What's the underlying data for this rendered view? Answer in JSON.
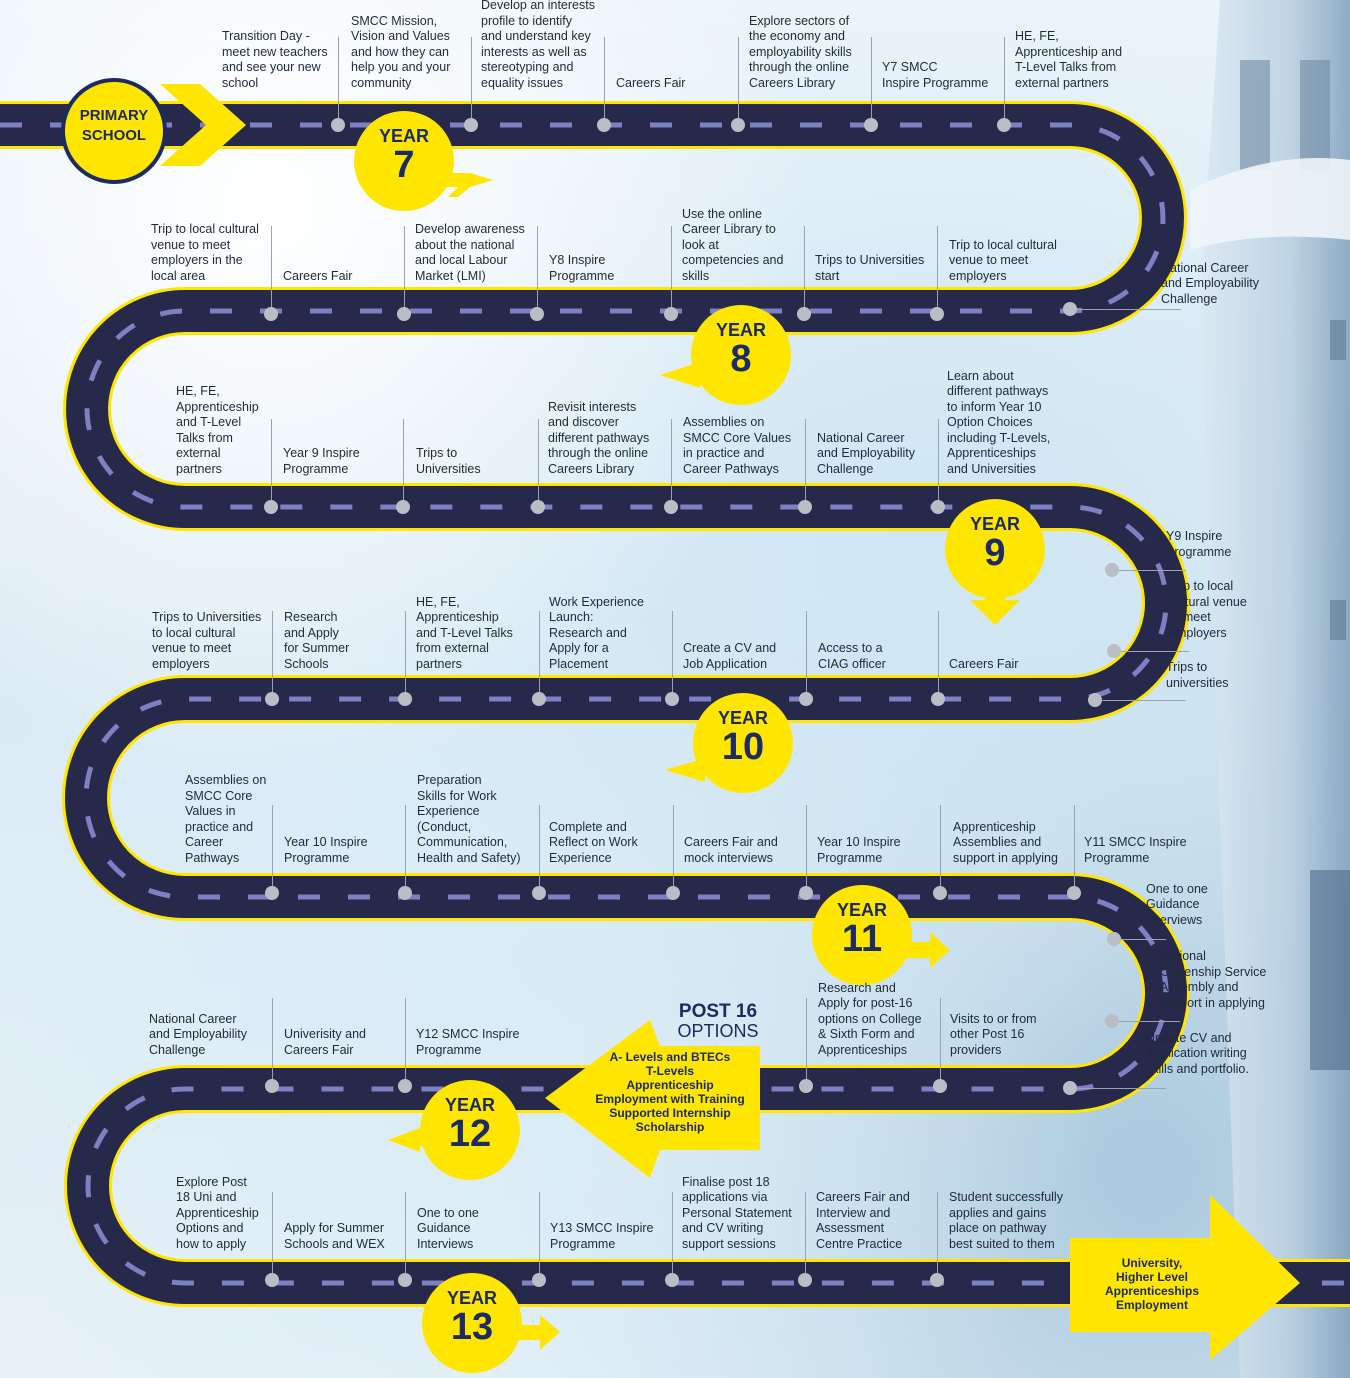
{
  "primary_school": [
    "PRIMARY",
    "SCHOOL"
  ],
  "years": [
    {
      "word": "YEAR",
      "num": "7"
    },
    {
      "word": "YEAR",
      "num": "8"
    },
    {
      "word": "YEAR",
      "num": "9"
    },
    {
      "word": "YEAR",
      "num": "10"
    },
    {
      "word": "YEAR",
      "num": "11"
    },
    {
      "word": "YEAR",
      "num": "12"
    },
    {
      "word": "YEAR",
      "num": "13"
    }
  ],
  "post16": {
    "title_1": "POST 16",
    "title_2": "OPTIONS",
    "options": [
      "A- Levels and BTECs",
      "T-Levels",
      "Apprenticeship",
      "Employment with Training",
      "Supported Internship",
      "Scholarship"
    ]
  },
  "destination": [
    "University,",
    "Higher Level",
    "Apprenticeships",
    "Employment"
  ],
  "labels": [
    "Transition Day -\nmeet new teachers\nand see your new\nschool",
    "SMCC Mission,\nVision and Values\nand how they can\nhelp you and your\ncommunity",
    "Develop an interests\nprofile to identify\nand understand key\ninterests as well as\nstereotyping and\nequality issues",
    "Careers Fair",
    "Explore sectors of\nthe economy and\nemployability skills\nthrough the online\nCareers Library",
    "Y7 SMCC\nInspire Programme",
    "HE, FE,\nApprenticeship and\nT-Level Talks from\nexternal partners",
    "Trip to local cultural\nvenue to meet\nemployers in the\nlocal area",
    "Careers Fair",
    "Develop awareness\nabout the national\nand local Labour\nMarket (LMI)",
    "Y8 Inspire\nProgramme",
    "Use the online\nCareer Library to\nlook at\ncompetencies and\nskills",
    "Trips to Universities\nstart",
    "Trip to local cultural\nvenue to meet\nemployers",
    "National Career\nand Employability\nChallenge",
    "HE, FE,\nApprenticeship\nand T-Level\nTalks from\nexternal\npartners",
    "Year 9 Inspire\nProgramme",
    "Trips to\nUniversities",
    "Revisit interests\nand discover\ndifferent pathways\nthrough the online\nCareers Library",
    "Assemblies on\nSMCC Core Values\nin practice and\nCareer Pathways",
    "National Career\nand Employability\nChallenge",
    "Learn about\ndifferent pathways\nto inform Year 10\nOption Choices\nincluding T-Levels,\nApprenticeships\nand Universities",
    "Y9 Inspire\nProgramme",
    "Trip to local\ncultural venue\nto meet\nemployers",
    "Trips to\nuniversities",
    "Trips to Universities\nto local cultural\nvenue to meet\nemployers",
    "Research\nand Apply\nfor Summer\nSchools",
    "HE, FE,\nApprenticeship\nand T-Level Talks\nfrom external\npartners",
    "Work Experience\nLaunch:\nResearch and\nApply for a\nPlacement",
    "Create a CV and\nJob Application",
    "Access to a\nCIAG officer",
    "Careers Fair",
    "Assemblies on\nSMCC Core\nValues in\npractice and\nCareer\nPathways",
    "Year 10 Inspire\nProgramme",
    "Preparation\nSkills for Work\nExperience\n(Conduct,\nCommunication,\nHealth and Safety)",
    "Complete and\nReflect on Work\nExperience",
    "Careers Fair and\nmock interviews",
    "Year 10 Inspire\nProgramme",
    "Apprenticeship\nAssemblies and\nsupport in applying",
    "Y11 SMCC Inspire\nProgramme",
    "One to one\nGuidance\nInterviews",
    "National\nCitizenship Service\nAssembly and\nsupport in applying",
    "Update CV and\nApplication writing\nskills and portfolio.",
    "Research and\nApply for post-16\noptions on College\n& Sixth Form and\nApprenticeships",
    "Visits to or from\nother Post 16\nproviders",
    "National Career\nand Employability\nChallenge",
    "Univerisity and\nCareers Fair",
    "Y12 SMCC Inspire\nProgramme",
    "Explore Post\n18 Uni and\nApprenticeship\nOptions and\nhow to apply",
    "Apply for Summer\nSchools and WEX",
    "One to one\nGuidance\nInterviews",
    "Y13 SMCC Inspire\nProgramme",
    "Finalise post 18\napplications via\nPersonal Statement\nand CV writing\nsupport sessions",
    "Careers Fair and\nInterview and\nAssessment\nCentre Practice",
    "Student successfully\napplies and gains\nplace on pathway\nbest suited to them"
  ],
  "colors": {
    "road": "#26294a",
    "edge": "#ffe600",
    "dash": "#7d80c2",
    "yellow": "#ffe600",
    "navy": "#1d2b63"
  }
}
